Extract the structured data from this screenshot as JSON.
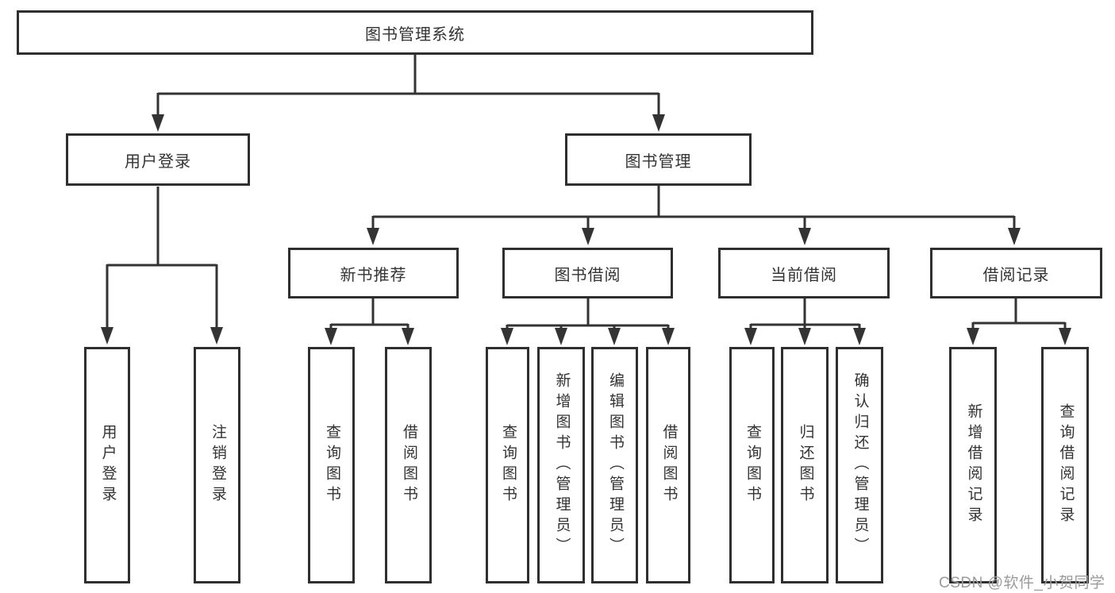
{
  "diagram": {
    "root": {
      "label": "图书管理系统"
    },
    "level2": {
      "user_login": {
        "label": "用户登录"
      },
      "book_mgmt": {
        "label": "图书管理"
      }
    },
    "level3": {
      "new_book_rec": {
        "label": "新书推荐"
      },
      "book_borrow": {
        "label": "图书借阅"
      },
      "current_borrow": {
        "label": "当前借阅"
      },
      "borrow_records": {
        "label": "借阅记录"
      }
    },
    "leaves": {
      "user_login": {
        "label": "用户登录"
      },
      "logout": {
        "label": "注销登录"
      },
      "nb_query_book": {
        "label": "查询图书"
      },
      "nb_borrow_book": {
        "label": "借阅图书"
      },
      "bb_query_book": {
        "label": "查询图书"
      },
      "bb_add_book": {
        "label": "新增图书（管理员）"
      },
      "bb_edit_book": {
        "label": "编辑图书（管理员）"
      },
      "bb_borrow_book": {
        "label": "借阅图书"
      },
      "cb_query_book": {
        "label": "查询图书"
      },
      "cb_return_book": {
        "label": "归还图书"
      },
      "cb_confirm_return": {
        "label": "确认归还（管理员）"
      },
      "rec_add_record": {
        "label": "新增借阅记录"
      },
      "rec_query_record": {
        "label": "查询借阅记录"
      }
    }
  },
  "watermark": {
    "text": "CSDN @软件_小贺同学"
  },
  "colors": {
    "line": "#333333",
    "box_border": "#2f2f2f",
    "text": "#333333",
    "watermark": "#9b9b9b",
    "background": "#ffffff"
  }
}
